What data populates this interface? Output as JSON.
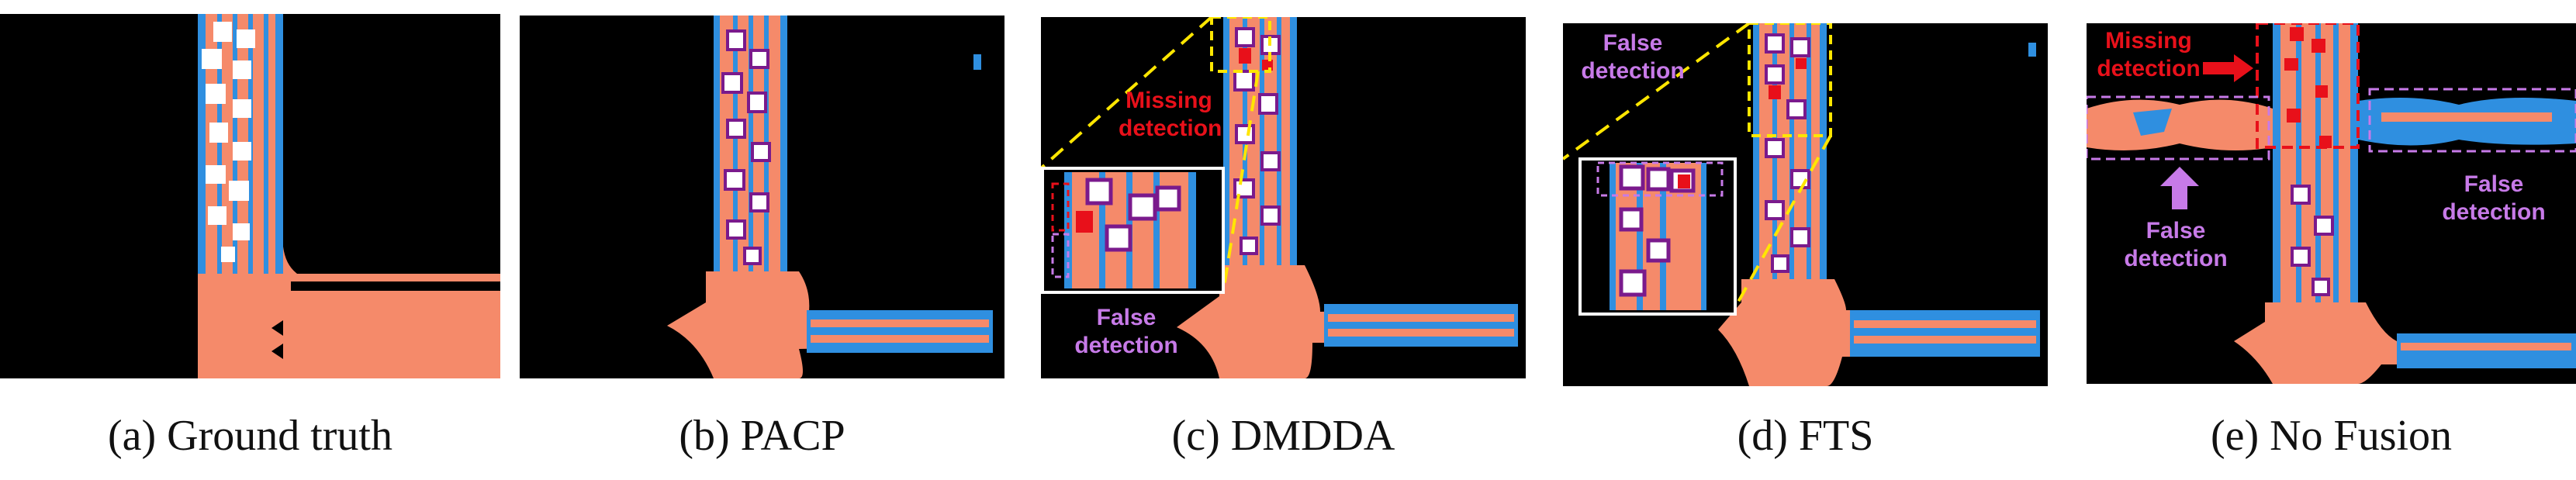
{
  "panels": [
    {
      "caption": "(a) Ground truth"
    },
    {
      "caption": "(b) PACP"
    },
    {
      "caption": "(c) DMDDA"
    },
    {
      "caption": "(d) FTS"
    },
    {
      "caption": "(e) No Fusion"
    }
  ],
  "annotations": {
    "dmdda_missing": "Missing detection",
    "dmdda_false": "False detection",
    "fts_false": "False detection",
    "nofusion_missing": "Missing detection",
    "nofusion_false_left": "False detection",
    "nofusion_false_right": "False detection"
  },
  "colors": {
    "background": "#000000",
    "road": "#f58a6a",
    "lane": "#2f8fe0",
    "vehicle": "#ffffff",
    "false_vehicle": "#7a1a8c",
    "missing_vehicle": "#e8101a",
    "highlight_box": "#ffe600",
    "missing_label": "#e8101a",
    "false_label": "#c77ae8"
  }
}
